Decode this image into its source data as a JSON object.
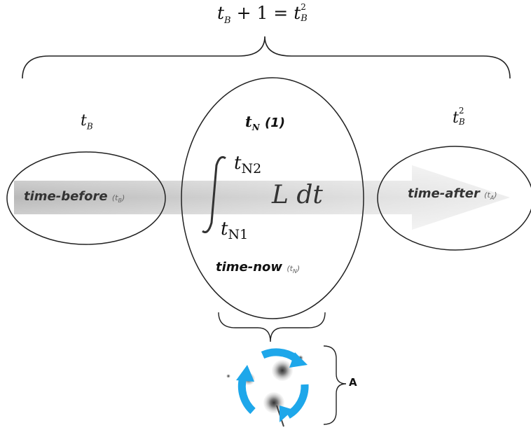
{
  "top_equation": {
    "lhs_base": "t",
    "lhs_sub": "B",
    "plus_one": "+ 1 =",
    "rhs_base": "t",
    "rhs_sub": "B",
    "rhs_sup": "2"
  },
  "tb_label": {
    "base": "t",
    "sub": "B"
  },
  "tn_label": {
    "base": "t",
    "sub": "N",
    "suffix": "(1)"
  },
  "tb2_label": {
    "base": "t",
    "sub": "B",
    "sup": "2"
  },
  "left_ellipse": {
    "text": "time-before",
    "sub_text": "(t",
    "sub_sub": "B",
    "sub_close": ")"
  },
  "right_ellipse": {
    "text": "time-after",
    "sub_text": "(t",
    "sub_sub": "A",
    "sub_close": ")"
  },
  "center_ellipse": {
    "integral_upper_base": "t",
    "integral_upper_sub": "N2",
    "integral_lower_base": "t",
    "integral_lower_sub": "N1",
    "integrand": "L dt",
    "text": "time-now",
    "sub_text": "(t",
    "sub_sub": "N",
    "sub_close": ")"
  },
  "cycle_label": "A",
  "colors": {
    "cycle_blue": "#1ea7ea",
    "arrow_gray": "#c8c8c8",
    "stroke": "#222222"
  },
  "icons": [
    "cycle-arrows-icon",
    "particle-blob-icon"
  ]
}
